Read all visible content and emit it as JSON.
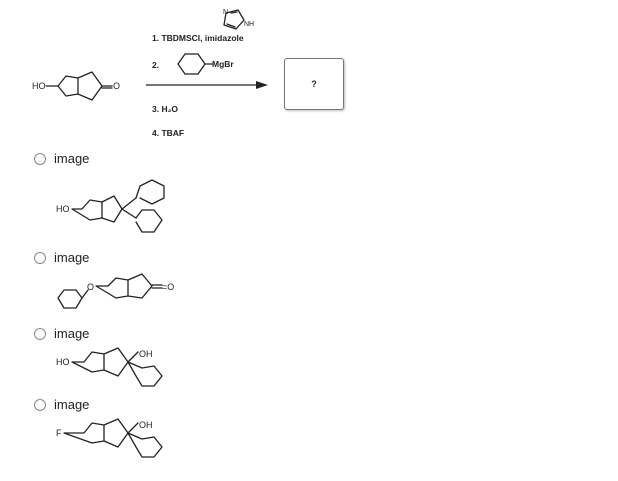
{
  "question": {
    "starting_material_label": "HO",
    "starting_material_carbonyl": "=O",
    "imidazole_label": "N",
    "imidazole_nh": "NH",
    "steps": [
      "1.  TBDMSCl, imidazole",
      "2.",
      "3. H₂O",
      "4.  TBAF"
    ],
    "grignard_suffix": "MgBr",
    "product_placeholder": "?"
  },
  "options": [
    {
      "label": "image",
      "ho": "HO",
      "extra": ""
    },
    {
      "label": "image",
      "ho": "O",
      "extra": "=O"
    },
    {
      "label": "image",
      "ho": "HO",
      "extra": "OH"
    },
    {
      "label": "image",
      "ho": "F",
      "extra": "OH"
    }
  ]
}
